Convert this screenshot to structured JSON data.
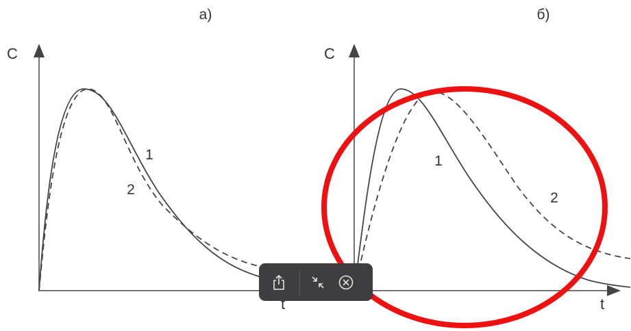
{
  "figure": {
    "panels": [
      {
        "id": "a",
        "label": "а)",
        "y_axis_label": "C",
        "x_axis_label": "t",
        "curves": [
          {
            "label": "1",
            "style": "solid"
          },
          {
            "label": "2",
            "style": "dashed"
          }
        ]
      },
      {
        "id": "b",
        "label": "б)",
        "y_axis_label": "C",
        "x_axis_label": "t",
        "curves": [
          {
            "label": "1",
            "style": "solid"
          },
          {
            "label": "2",
            "style": "dashed"
          }
        ]
      }
    ],
    "line_color": "#444444",
    "highlight_color": "#ee1111"
  },
  "toolbar": {
    "background": "#3e3e40",
    "buttons": [
      {
        "icon": "share-icon"
      },
      {
        "icon": "collapse-arrows-icon"
      },
      {
        "icon": "close-circle-icon"
      }
    ]
  }
}
